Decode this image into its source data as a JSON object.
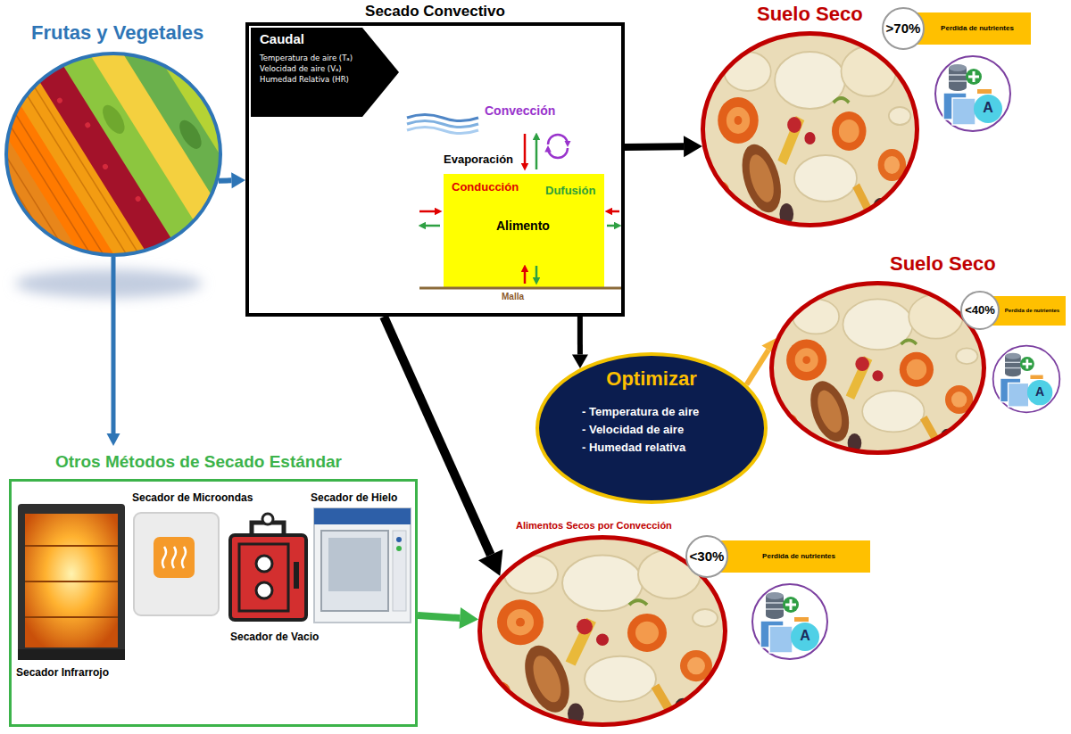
{
  "diagram": {
    "nodes": [
      {
        "text": [
          "Frutas y Vegetales"
        ]
      },
      {
        "text": [
          "Secado Convectivo"
        ]
      },
      {
        "text": [
          "Caudal",
          "Temperatura de aire (Tₐ)",
          "Velocidad de aire (Vₐ)",
          "Humedad Relativa (HR)"
        ],
        "in": 1
      },
      {
        "text": [
          "Conducción",
          "Dufusión",
          "Alimento"
        ],
        "in": 1
      },
      {
        "text": [
          "Suelo Seco"
        ]
      },
      {
        "text": [
          ">70%",
          "Perdida de nutrientes"
        ],
        "in": 4
      },
      {
        "text": [
          "Suelo Seco"
        ]
      },
      {
        "text": [
          "<40%",
          "Perdida de nutrientes"
        ],
        "in": 6
      },
      {
        "text": [
          "Optimizar",
          "- Temperatura de aire",
          "- Velocidad de aire",
          "- Humedad relativa"
        ]
      },
      {
        "text": [
          "Alimentos Secos por Convección"
        ]
      },
      {
        "text": [
          "<30%",
          "Perdida de nutrientes"
        ],
        "in": 9
      },
      {
        "text": [
          "Otros Métodos de Secado Estándar"
        ]
      }
    ],
    "edges": [
      {
        "from": 0,
        "to": 1,
        "arrow": "to"
      },
      {
        "from": 0,
        "to": 11,
        "arrow": "to"
      },
      {
        "from": 1,
        "to": 4,
        "arrow": "to"
      },
      {
        "from": 1,
        "to": 8,
        "arrow": "to"
      },
      {
        "from": 1,
        "to": 9,
        "arrow": "to"
      },
      {
        "from": 8,
        "to": 6,
        "arrow": "to"
      },
      {
        "from": 11,
        "to": 9,
        "arrow": "to"
      }
    ],
    "labels": [
      "Convección",
      "Evaporación",
      "Malla",
      "Secador de Microondas",
      "Secador de Hielo",
      "Secador Infrarrojo",
      "Secador de Vacio",
      "A",
      "A",
      "A"
    ]
  }
}
